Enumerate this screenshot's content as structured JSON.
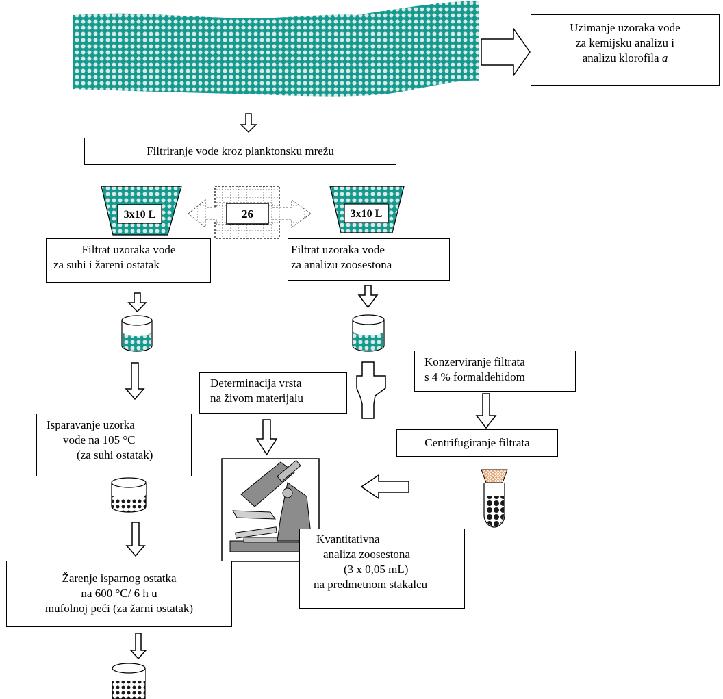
{
  "colors": {
    "river_base": "#159a90",
    "river_dot": "#d8e9e6",
    "sediment_dot": "#1a1a1a",
    "tube_cap": "#e3a06b",
    "microscope_fill": "#8c8c8c",
    "line": "#000000"
  },
  "icons": {
    "river": "river-water-band",
    "net_funnel": "plankton-net-funnel",
    "beaker": "beaker-icon",
    "crucible": "crucible-icon",
    "test_tube": "test-tube-icon",
    "microscope": "microscope-icon",
    "grid_badge": "grid-badge-icon"
  },
  "boxes": {
    "water_sampling": [
      "Uzimanje uzoraka vode",
      "za kemijsku analizu i",
      "analizu klorofila"
    ],
    "water_sampling_italic": "a",
    "filtration": "Filtriranje vode kroz planktonsku mrežu",
    "filtrate_left": [
      "Filtrat uzoraka vode",
      "za suhi i žareni ostatak"
    ],
    "filtrate_right": [
      "Filtrat uzoraka vode",
      "za analizu zoosestona"
    ],
    "preservation": [
      "Konzerviranje filtrata",
      "s 4 % formaldehidom"
    ],
    "determination": [
      "Determinacija vrsta",
      "na živom materijalu"
    ],
    "centrifuging": "Centrifugiranje filtrata",
    "evaporation": [
      "Isparavanje uzorka",
      "vode na 105 °C",
      "(za suhi ostatak)"
    ],
    "quantitative": [
      "Kvantitativna",
      "analiza zoosestona",
      "(3 x 0,05 mL)",
      "na predmetnom stakalcu"
    ],
    "ignition": [
      "Žarenje isparnog ostatka",
      "na 600 °C/ 6 h u",
      "mufolnoj peći (za žarni ostatak)"
    ]
  },
  "labels": {
    "net_left": "3x10 L",
    "net_right": "3x10 L",
    "center_badge": "26"
  }
}
